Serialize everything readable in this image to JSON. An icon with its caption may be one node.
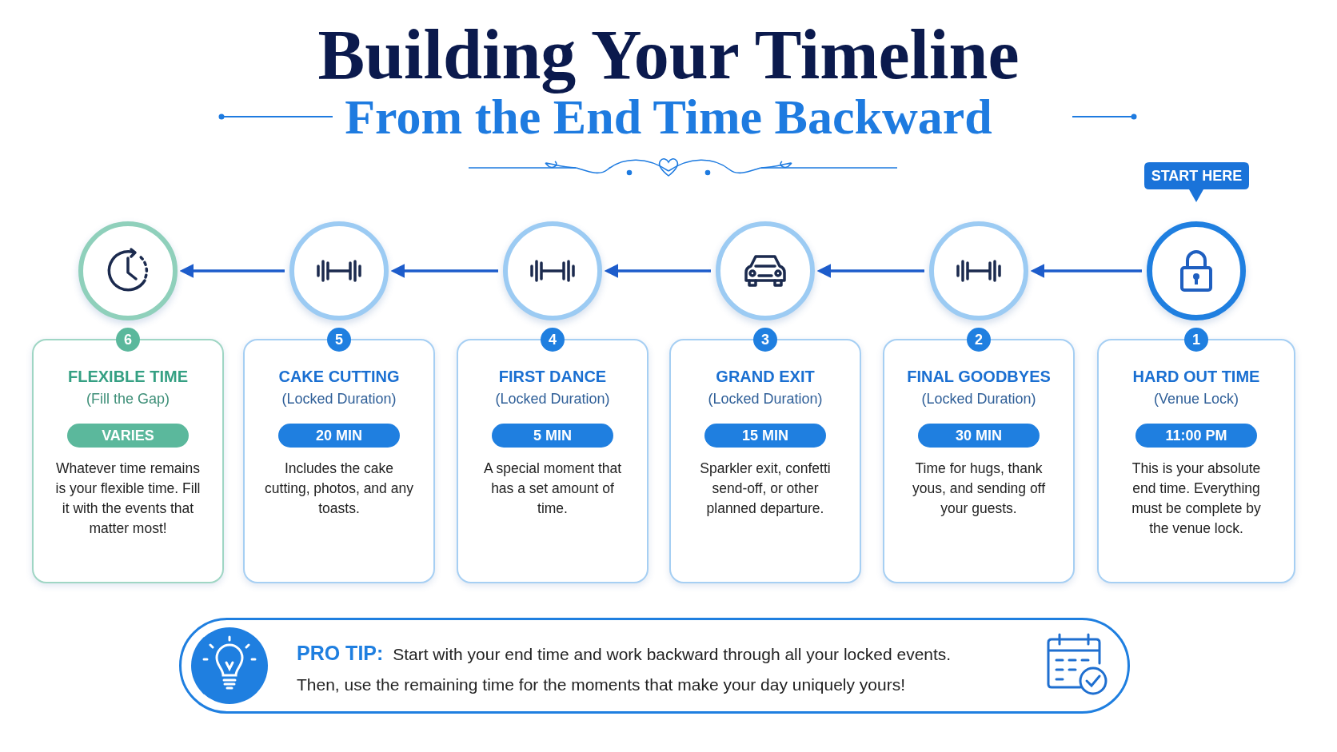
{
  "diagram": {
    "title": "Building Your Timeline",
    "nodes": [
      {
        "text": [
          "START HERE"
        ]
      },
      {
        "text": [],
        "shape": "circle"
      },
      {
        "text": [],
        "shape": "circle"
      },
      {
        "text": [],
        "shape": "circle"
      },
      {
        "text": [],
        "shape": "circle"
      },
      {
        "text": [],
        "shape": "circle"
      },
      {
        "text": [],
        "shape": "circle"
      },
      {
        "text": [
          "6",
          "FLEXIBLE TIME",
          "(Fill the Gap)",
          "VARIES",
          "Whatever time remains is your flexible time. Fill it with the events that matter most!"
        ]
      },
      {
        "text": [
          "5",
          "CAKE CUTTING",
          "(Locked Duration)",
          "20 MIN",
          "Includes the cake cutting, photos, and any toasts."
        ]
      },
      {
        "text": [
          "4",
          "FIRST DANCE",
          "(Locked Duration)",
          "5 MIN",
          "A special moment that has a set amount of time."
        ]
      },
      {
        "text": [
          "3",
          "GRAND EXIT",
          "(Locked Duration)",
          "15 MIN",
          "Sparkler exit, confetti send-off, or other planned departure."
        ]
      },
      {
        "text": [
          "2",
          "FINAL GOODBYES",
          "(Locked Duration)",
          "30 MIN",
          "Time for hugs, thank yous, and sending off your guests."
        ]
      },
      {
        "text": [
          "1",
          "HARD OUT TIME",
          "(Venue Lock)",
          "11:00 PM",
          "This is your absolute end time. Everything must be complete by the venue lock."
        ]
      },
      {
        "text": [
          "**PRO TIP:** Start with your end time and work backward through all your locked events. Then, use the remaining time for the moments that make your day uniquely yours!"
        ]
      }
    ],
    "edges": [
      {
        "from": 6,
        "to": 5,
        "arrow": "to"
      },
      {
        "from": 5,
        "to": 4,
        "arrow": "to"
      },
      {
        "from": 4,
        "to": 3,
        "arrow": "to"
      },
      {
        "from": 3,
        "to": 2,
        "arrow": "to"
      },
      {
        "from": 2,
        "to": 1,
        "arrow": "to"
      }
    ],
    "labels": [
      "From the End Time Backward"
    ]
  }
}
